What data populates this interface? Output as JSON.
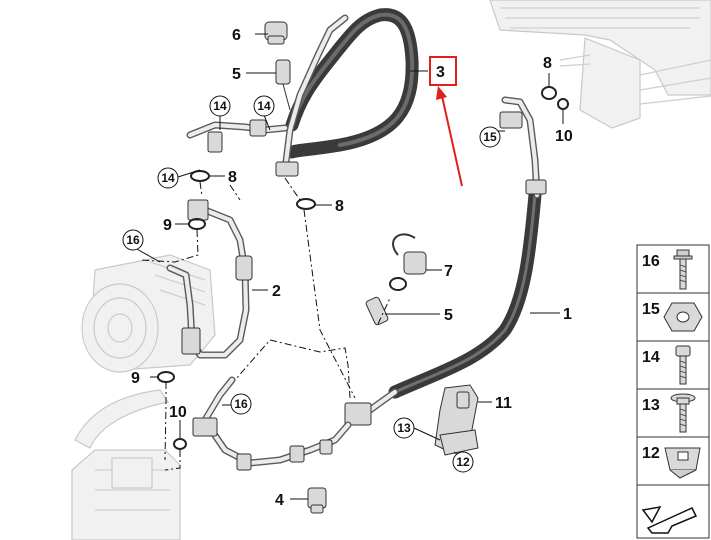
{
  "callouts": {
    "p1": "1",
    "p2": "2",
    "p3": "3",
    "p4": "4",
    "p5a": "5",
    "p5b": "5",
    "p6": "6",
    "p7": "7",
    "p8a": "8",
    "p8b": "8",
    "p8c": "8",
    "p9a": "9",
    "p9b": "9",
    "p10a": "10",
    "p10b": "10",
    "p11": "11",
    "p12": "12",
    "p13": "13",
    "p14a": "14",
    "p14b": "14",
    "p14c": "14",
    "p15": "15",
    "p16a": "16",
    "p16b": "16"
  },
  "legend": [
    {
      "number": "16",
      "icon": "flange-bolt-icon"
    },
    {
      "number": "15",
      "icon": "hex-nut-icon"
    },
    {
      "number": "14",
      "icon": "hex-socket-bolt-icon"
    },
    {
      "number": "13",
      "icon": "torx-bolt-icon"
    },
    {
      "number": "12",
      "icon": "clip-nut-icon"
    }
  ],
  "colors": {
    "highlight": "#e0201c",
    "hose": "#3a3a3a",
    "ghost": "#c9c9c9"
  }
}
